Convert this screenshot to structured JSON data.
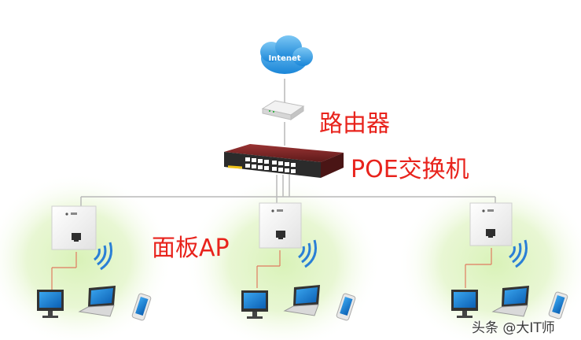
{
  "cloud": {
    "label": "Intenet"
  },
  "router": {
    "label": "路由器"
  },
  "switch": {
    "label": "POE交换机"
  },
  "ap": {
    "label": "面板AP"
  },
  "watermark": {
    "text": "头条 @大IT师"
  },
  "colors": {
    "label_red": "#e8231c",
    "cloud_blue": "#2f9be3",
    "link_line": "#b9b9b9",
    "client_link": "#e07a5f",
    "switch_body": "#7a2424",
    "halo_green": "#c9e9a3",
    "wifi_blue": "#2a7fd6"
  }
}
